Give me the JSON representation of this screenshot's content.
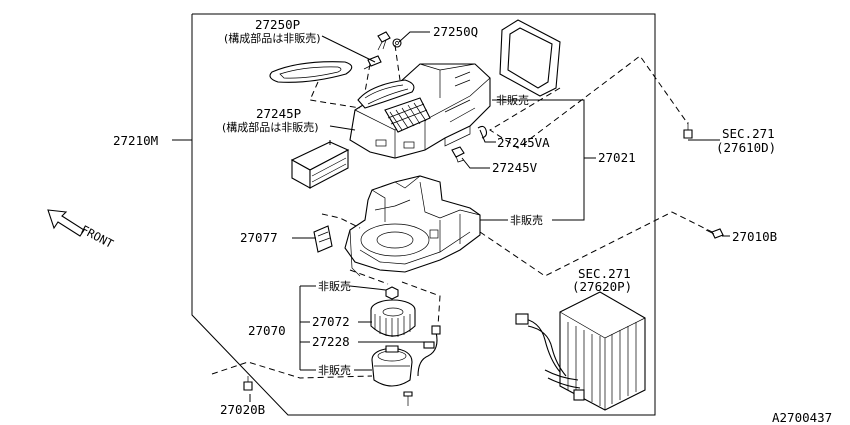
{
  "labels": {
    "p27250P": "27250P",
    "p27250P_note": "(構成部品は非販売)",
    "p27250Q": "27250Q",
    "p27245P": "27245P",
    "p27245P_note": "(構成部品は非販売)",
    "p27210M": "27210M",
    "p27245VA": "27245VA",
    "p27245V": "27245V",
    "p27021": "27021",
    "notsold_1": "非販売",
    "notsold_2": "非販売",
    "notsold_3": "非販売",
    "notsold_4": "非販売",
    "sec271_a": "SEC.271",
    "p27610D": "(27610D)",
    "p27010B": "27010B",
    "p27077": "27077",
    "sec271_b": "SEC.271",
    "p27620P": "(27620P)",
    "p27070": "27070",
    "p27072": "27072",
    "p27228": "27228",
    "p27020B": "27020B",
    "front": "FRONT",
    "diagram_id": "A2700437"
  }
}
